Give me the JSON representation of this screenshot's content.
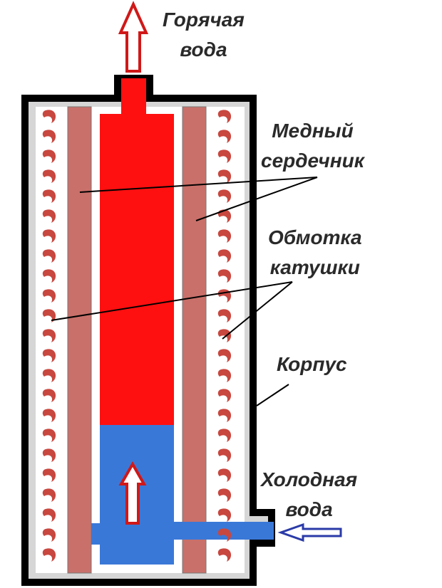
{
  "labels": {
    "hot_water": [
      "Горячая",
      "вода"
    ],
    "copper_core": [
      "Медный",
      "сердечник"
    ],
    "coil_winding": [
      "Обмотка",
      "катушки"
    ],
    "housing": "Корпус",
    "cold_water": [
      "Холодная",
      "вода"
    ]
  },
  "colors": {
    "hot": "#ff1010",
    "cold": "#3a78d8",
    "copper": "#c9706a",
    "coil": "#c8473f",
    "gap": "#d6d6d6",
    "wall": "#000000",
    "inlet_arrow": "#2a3aa8",
    "outlet_arrow": "#d01818"
  }
}
